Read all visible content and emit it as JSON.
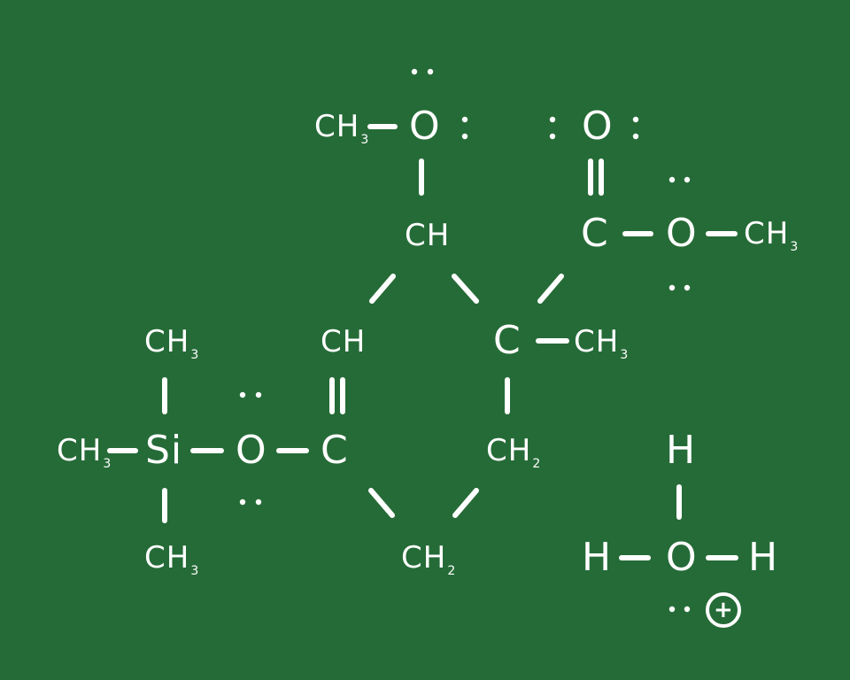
{
  "background_color": "#256b37",
  "ink_color": "#ffffff",
  "atoms": {
    "ch3_methoxy": {
      "main": "CH",
      "sub": "3"
    },
    "o_methoxy": "O",
    "o_carbonyl": "O",
    "ch_ring_top": "CH",
    "c_ester": "C",
    "o_ester": "O",
    "ch3_ester": {
      "main": "CH",
      "sub": "3"
    },
    "ch3_si_top": {
      "main": "CH",
      "sub": "3"
    },
    "ch_ring_left": "CH",
    "c_ring_right": "C",
    "ch3_ring_right": {
      "main": "CH",
      "sub": "3"
    },
    "ch3_si_left": {
      "main": "CH",
      "sub": "3"
    },
    "si": "Si",
    "o_silyl": "O",
    "c_ring_bottom_left": "C",
    "ch2_ring_right": {
      "main": "CH",
      "sub": "2"
    },
    "ch3_si_bottom": {
      "main": "CH",
      "sub": "3"
    },
    "ch2_ring_bottom": {
      "main": "CH",
      "sub": "2"
    },
    "h_water_top": "H",
    "h_water_left": "H",
    "o_water": "O",
    "h_water_right": "H",
    "positive_charge": "+"
  }
}
